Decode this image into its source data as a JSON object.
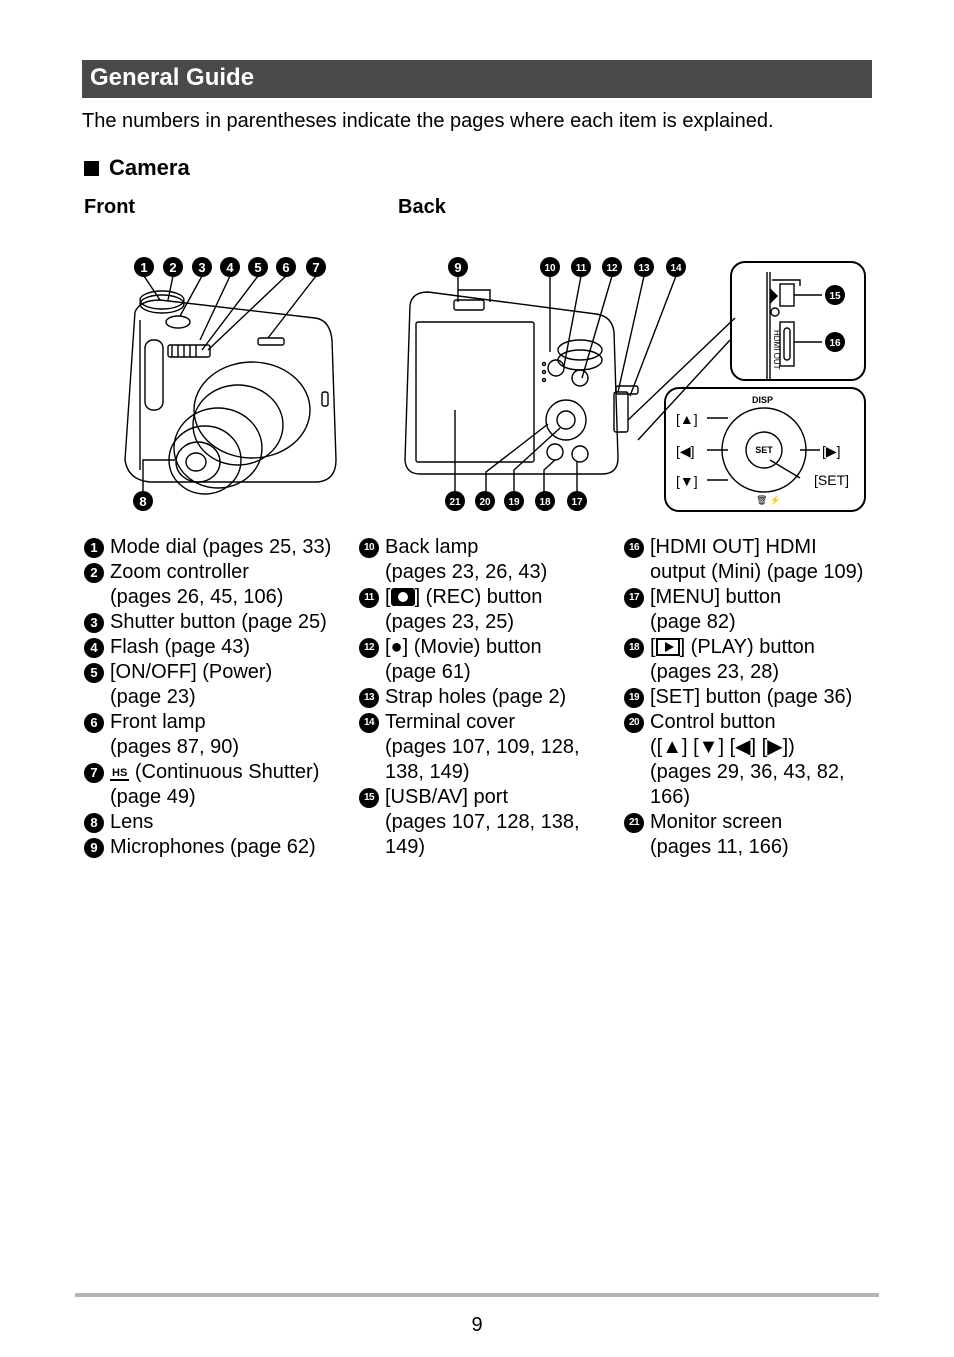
{
  "header": {
    "title": "General Guide"
  },
  "intro": "The numbers in parentheses indicate the pages where each item is explained.",
  "section": "Camera",
  "views": {
    "front": "Front",
    "back": "Back"
  },
  "callouts": [
    "1",
    "2",
    "3",
    "4",
    "5",
    "6",
    "7",
    "8",
    "9",
    "10",
    "11",
    "12",
    "13",
    "14",
    "15",
    "16",
    "17",
    "18",
    "19",
    "20",
    "21"
  ],
  "control_diagram": {
    "disp": "DISP",
    "up": "[▲]",
    "left": "[◀]",
    "down": "[▼]",
    "right": "[▶]",
    "set_center": "SET",
    "set_label": "[SET]",
    "bottom": "🗑 ⚡",
    "port_label": "HDMI OUT"
  },
  "items": [
    {
      "n": "1",
      "lines": [
        "Mode dial (pages 25, 33)"
      ]
    },
    {
      "n": "2",
      "lines": [
        "Zoom controller",
        "(pages 26, 45, 106)"
      ]
    },
    {
      "n": "3",
      "lines": [
        "Shutter button (page 25)"
      ]
    },
    {
      "n": "4",
      "lines": [
        "Flash (page 43)"
      ]
    },
    {
      "n": "5",
      "lines": [
        "[ON/OFF] (Power)",
        "(page 23)"
      ]
    },
    {
      "n": "6",
      "lines": [
        "Front lamp",
        "(pages 87, 90)"
      ]
    },
    {
      "n": "7",
      "icon": "HS",
      "lines": [
        " (Continuous Shutter)",
        "(page 49)"
      ]
    },
    {
      "n": "8",
      "lines": [
        "Lens"
      ]
    },
    {
      "n": "9",
      "lines": [
        "Microphones (page 62)"
      ]
    },
    {
      "n": "10",
      "lines": [
        "Back lamp",
        "(pages 23, 26, 43)"
      ]
    },
    {
      "n": "11",
      "prefix": "[",
      "icon": "camera",
      "lines": [
        "] (REC) button",
        "(pages 23, 25)"
      ]
    },
    {
      "n": "12",
      "lines": [
        "[●] (Movie) button",
        "(page 61)"
      ]
    },
    {
      "n": "13",
      "lines": [
        "Strap holes (page 2)"
      ]
    },
    {
      "n": "14",
      "lines": [
        "Terminal cover",
        "(pages 107, 109, 128,",
        "138, 149)"
      ]
    },
    {
      "n": "15",
      "lines": [
        "[USB/AV] port",
        "(pages 107, 128, 138,",
        "149)"
      ]
    },
    {
      "n": "16",
      "lines": [
        "[HDMI OUT] HDMI",
        "output (Mini) (page 109)"
      ]
    },
    {
      "n": "17",
      "lines": [
        "[MENU] button",
        "(page 82)"
      ]
    },
    {
      "n": "18",
      "prefix": "[",
      "icon": "play",
      "lines": [
        "] (PLAY) button",
        "(pages 23, 28)"
      ]
    },
    {
      "n": "19",
      "lines": [
        "[SET] button (page 36)"
      ]
    },
    {
      "n": "20",
      "lines": [
        "Control button",
        "([▲] [▼] [◀] [▶])",
        "(pages 29, 36, 43, 82,",
        "166)"
      ]
    },
    {
      "n": "21",
      "lines": [
        "Monitor screen",
        "(pages 11, 166)"
      ]
    }
  ],
  "page_number": "9"
}
